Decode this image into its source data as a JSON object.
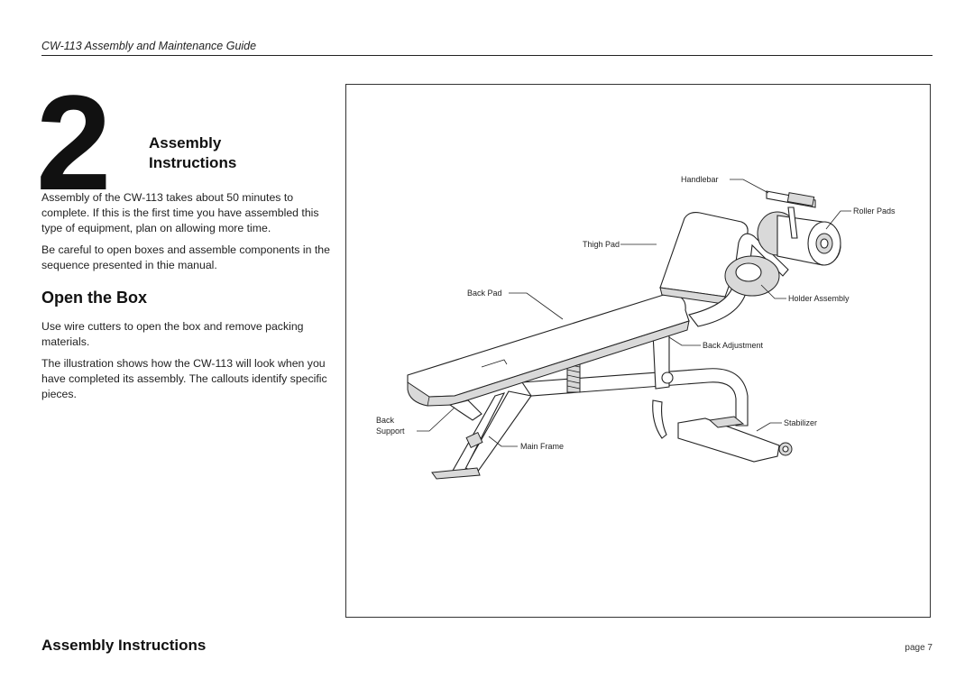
{
  "header": {
    "guide_title": "CW-113 Assembly and Maintenance Guide"
  },
  "chapter": {
    "number": "2",
    "title_line1": "Assembly",
    "title_line2": "Instructions"
  },
  "intro": {
    "para1": "Assembly of the CW-113 takes about 50 minutes to complete. If this is the first time you have assembled this type of equipment, plan on allowing more time.",
    "para2": "Be careful to open boxes and assemble components in the sequence presented in thie manual."
  },
  "open_box": {
    "heading": "Open the Box",
    "para1": "Use wire cutters to open the box and remove packing materials.",
    "para2": "The illustration shows how the CW-113 will look when you have completed its assembly. The callouts identify specific pieces."
  },
  "figure": {
    "callouts": {
      "handlebar": "Handlebar",
      "roller_pads": "Roller Pads",
      "thigh_pad": "Thigh Pad",
      "back_pad": "Back Pad",
      "holder_assembly": "Holder Assembly",
      "back_adjustment": "Back Adjustment",
      "back_support_line1": "Back",
      "back_support_line2": "Support",
      "stabilizer": "Stabilizer",
      "main_frame": "Main Frame"
    }
  },
  "footer": {
    "section_title": "Assembly Instructions",
    "page": "page 7"
  }
}
